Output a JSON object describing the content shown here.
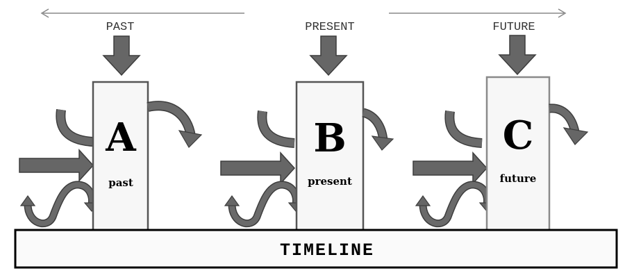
{
  "labels": {
    "past": "PAST",
    "present": "PRESENT",
    "future": "FUTURE"
  },
  "boxes": [
    {
      "letter": "A",
      "sub": "past"
    },
    {
      "letter": "B",
      "sub": "present"
    },
    {
      "letter": "C",
      "sub": "future"
    }
  ],
  "timeline": {
    "label": "TIMELINE"
  },
  "colors": {
    "arrow_fill": "#666666",
    "arrow_stroke": "#3d3d3d",
    "box_fill": "#f7f7f7",
    "box_stroke": "#555555",
    "box_stroke_future": "#8a8a8a",
    "timeline_fill": "#fafafa",
    "timeline_stroke": "#000000"
  }
}
